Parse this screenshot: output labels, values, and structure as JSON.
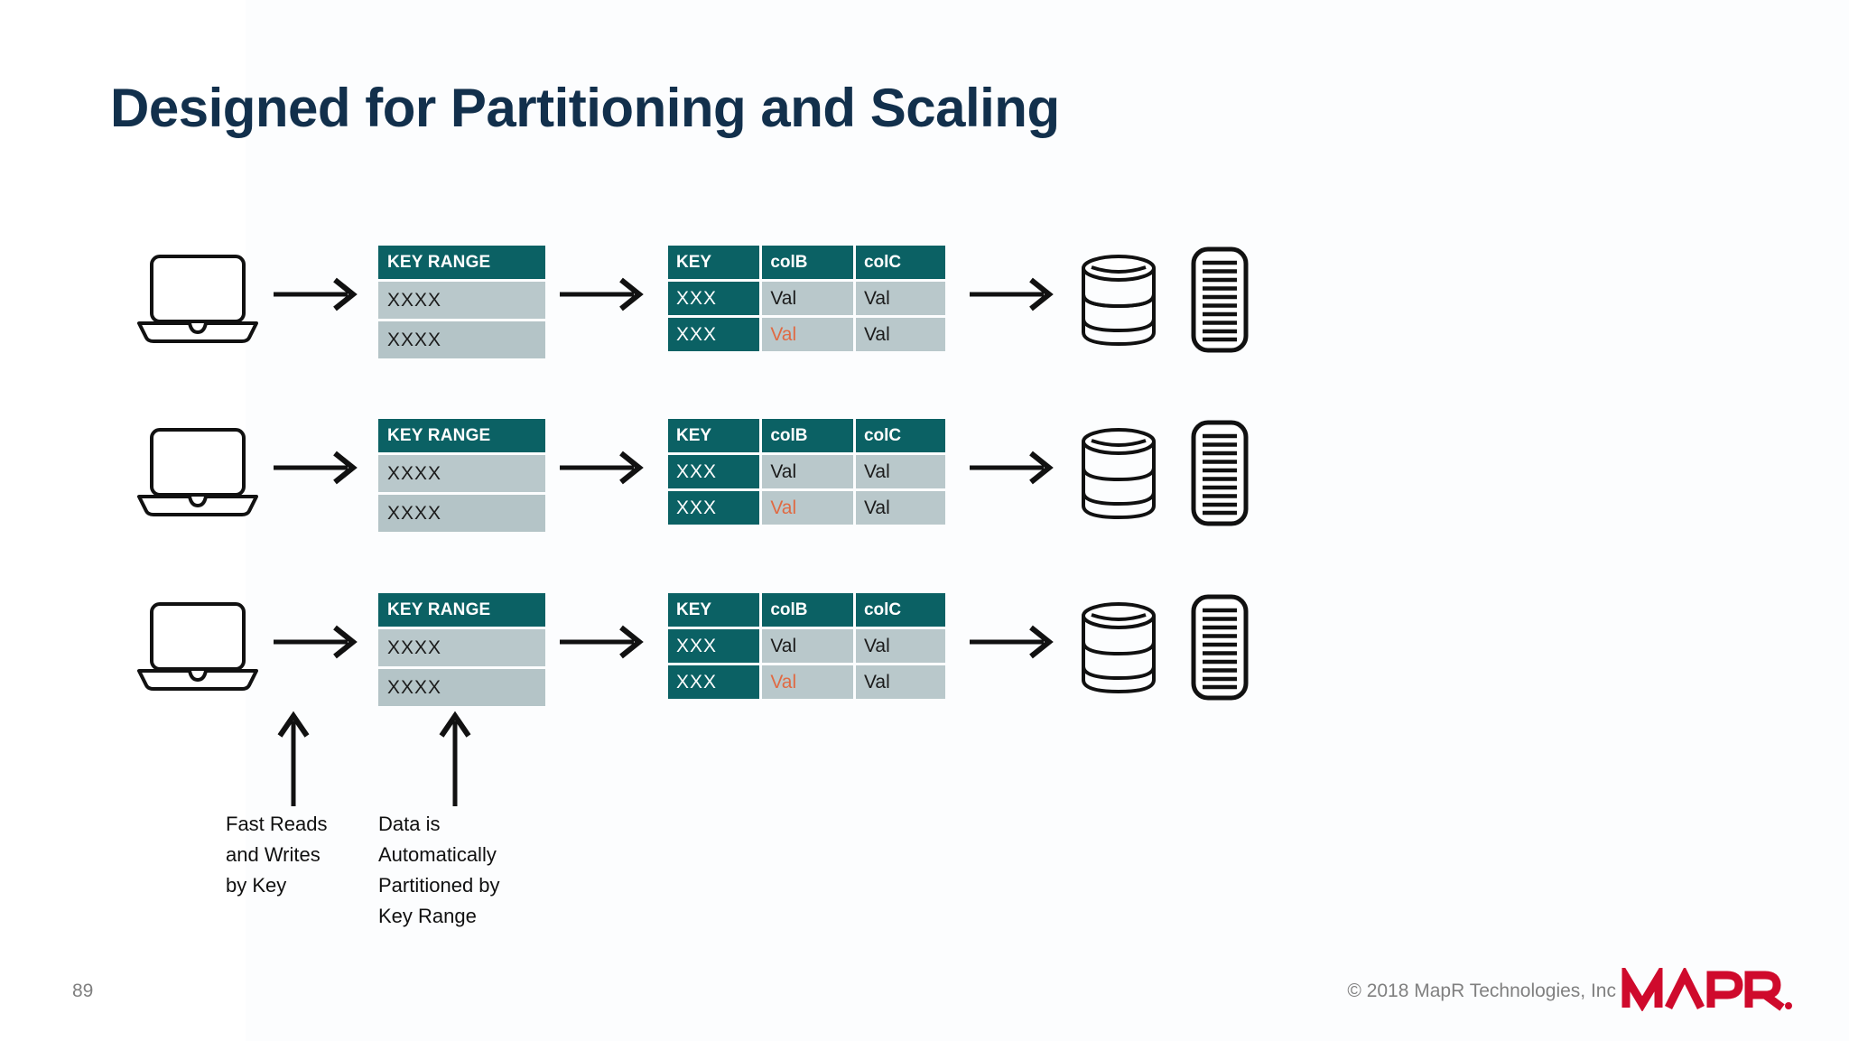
{
  "slide": {
    "title": "Designed for Partitioning and Scaling",
    "page_number": "89",
    "copyright": "© 2018 MapR Technologies, Inc",
    "logo_text": "MAPR"
  },
  "colors": {
    "title": "#12304c",
    "teal": "#0b6164",
    "cell_gray": "#b9c8cb",
    "highlight_orange": "#e06a43",
    "logo_red": "#cf0a2c",
    "footer_gray": "#808080"
  },
  "key_range_table": {
    "header": "KEY RANGE",
    "rows": [
      "XXXX",
      "XXXX"
    ]
  },
  "key_value_table": {
    "headers": [
      "KEY",
      "colB",
      "colC"
    ],
    "rows": [
      {
        "key": "XXX",
        "colB": "Val",
        "colC": "Val",
        "colB_highlight": false
      },
      {
        "key": "XXX",
        "colB": "Val",
        "colC": "Val",
        "colB_highlight": true
      }
    ]
  },
  "pipeline": {
    "row_count": 3,
    "stages": [
      "laptop",
      "key-range-table",
      "key-value-table",
      "database",
      "disk"
    ]
  },
  "callouts": [
    {
      "id": "fast-reads",
      "text": "Fast Reads\nand Writes\nby Key"
    },
    {
      "id": "auto-partition",
      "text": "Data is\nAutomatically\nPartitioned by\nKey Range"
    }
  ]
}
